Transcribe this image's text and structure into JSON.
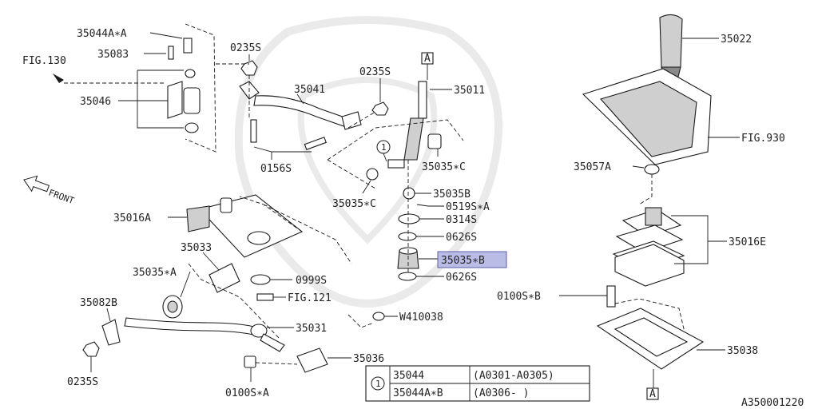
{
  "labels": {
    "p35044a_a": "35044A∗A",
    "p35083": "35083",
    "fig130": "FIG.130",
    "p35046": "35046",
    "p0235s_1": "0235S",
    "p0235s_2": "0235S",
    "p35041": "35041",
    "p35011": "35011",
    "box_a_top": "A",
    "p0156s": "0156S",
    "p35035_c_1": "35035∗C",
    "p35035_c_2": "35035∗C",
    "circle_1": "1",
    "p35035b": "35035B",
    "p0519s_a": "0519S∗A",
    "p0314s": "0314S",
    "p0626s_1": "0626S",
    "p35035_b": "35035∗B",
    "p0626s_2": "0626S",
    "front": "FRONT",
    "p35016a": "35016A",
    "p35033": "35033",
    "p35035_a": "35035∗A",
    "p0999s": "0999S",
    "fig121": "FIG.121",
    "p35082b": "35082B",
    "p35031": "35031",
    "w410038": "W410038",
    "p35036": "35036",
    "p0235s_3": "0235S",
    "p0100s_a": "0100S∗A",
    "p35022": "35022",
    "fig930": "FIG.930",
    "p35057a": "35057A",
    "p35016e": "35016E",
    "p0100s_b": "0100S∗B",
    "p35038": "35038",
    "box_a_bottom": "A",
    "diagram_id": "A350001220"
  },
  "legend": {
    "index": "1",
    "rows": [
      {
        "part": "35044",
        "range": "(A0301-A0305)"
      },
      {
        "part": "35044A∗B",
        "range": "(A0306-      )"
      }
    ]
  },
  "colors": {
    "highlight": "#b9bde6",
    "line": "#1a1a1a"
  }
}
